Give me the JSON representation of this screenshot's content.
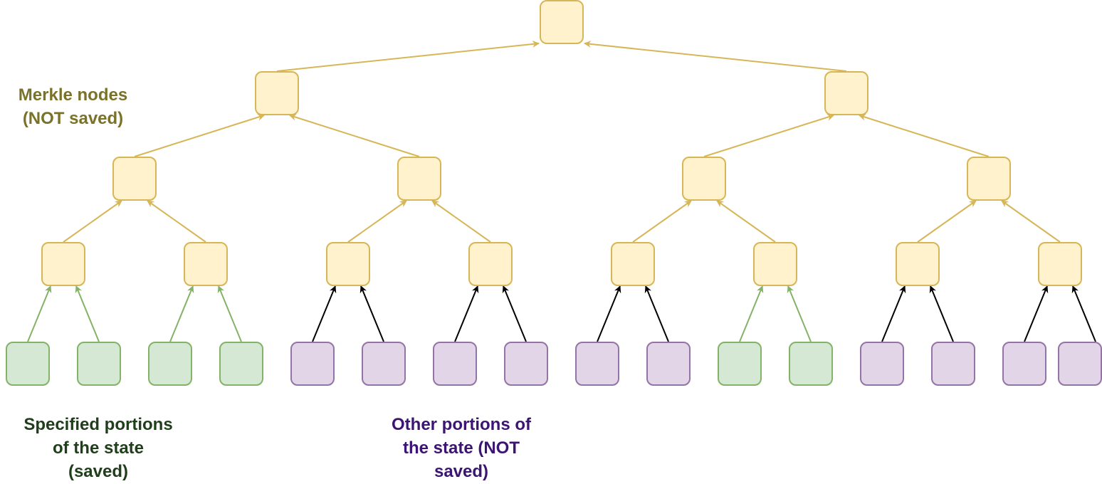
{
  "labels": {
    "merkle_nodes": {
      "line1": "Merkle nodes",
      "line2": "(NOT saved)"
    },
    "saved_portions": {
      "line1": "Specified portions",
      "line2": "of the state",
      "line3": "(saved)"
    },
    "unsaved_portions": {
      "line1": "Other portions of",
      "line2": "the state (NOT",
      "line3": "saved)"
    }
  },
  "colors": {
    "merkle_fill": "#fff2cc",
    "merkle_stroke": "#d6b656",
    "saved_fill": "#d5e8d4",
    "saved_stroke": "#82b366",
    "unsaved_fill": "#e1d5e7",
    "unsaved_stroke": "#9673a6",
    "unsaved_edge": "#000000"
  },
  "tree": {
    "leaf_states": [
      "saved",
      "saved",
      "saved",
      "saved",
      "unsaved",
      "unsaved",
      "unsaved",
      "unsaved",
      "unsaved",
      "unsaved",
      "saved",
      "saved",
      "unsaved",
      "unsaved",
      "unsaved",
      "unsaved"
    ]
  }
}
